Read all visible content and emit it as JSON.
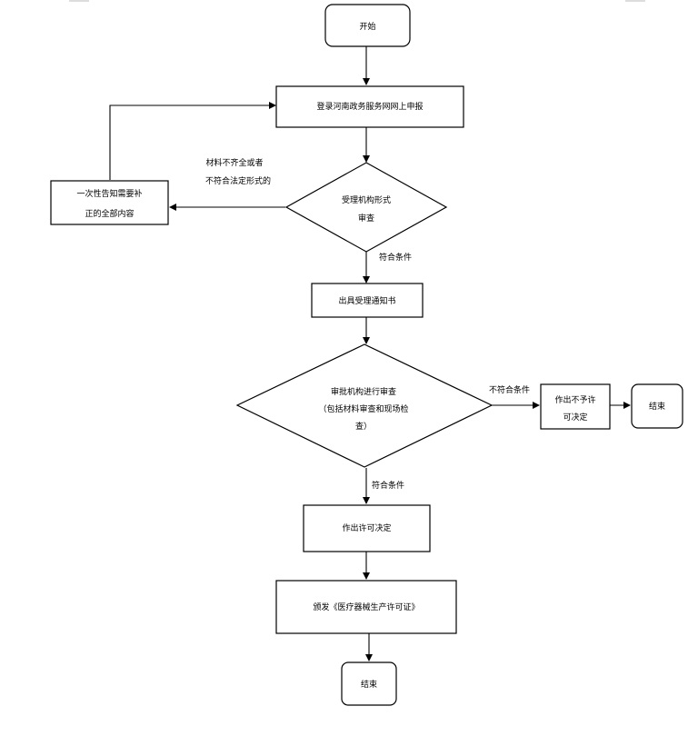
{
  "diagram": {
    "nodes": {
      "start": "开始",
      "login": "登录河南政务服务网网上申报",
      "formal_review_line1": "受理机构形式",
      "formal_review_line2": "审查",
      "notify_line1": "一次性告知需要补",
      "notify_line2": "正的全部内容",
      "acceptance": "出具受理通知书",
      "approval_line1": "审批机构进行审查",
      "approval_line2": "（包括材料审查和现场检",
      "approval_line3": "查）",
      "reject_line1": "作出不予许",
      "reject_line2": "可决定",
      "end_right": "结束",
      "permit": "作出许可决定",
      "issue": "颁发《医疗器械生产许可证》",
      "end_bottom": "结束"
    },
    "edge_labels": {
      "incomplete_line1": "材料不齐全或者",
      "incomplete_line2": "不符合法定形式的",
      "meets1": "符合条件",
      "not_meets": "不符合条件",
      "meets2": "符合条件"
    }
  }
}
